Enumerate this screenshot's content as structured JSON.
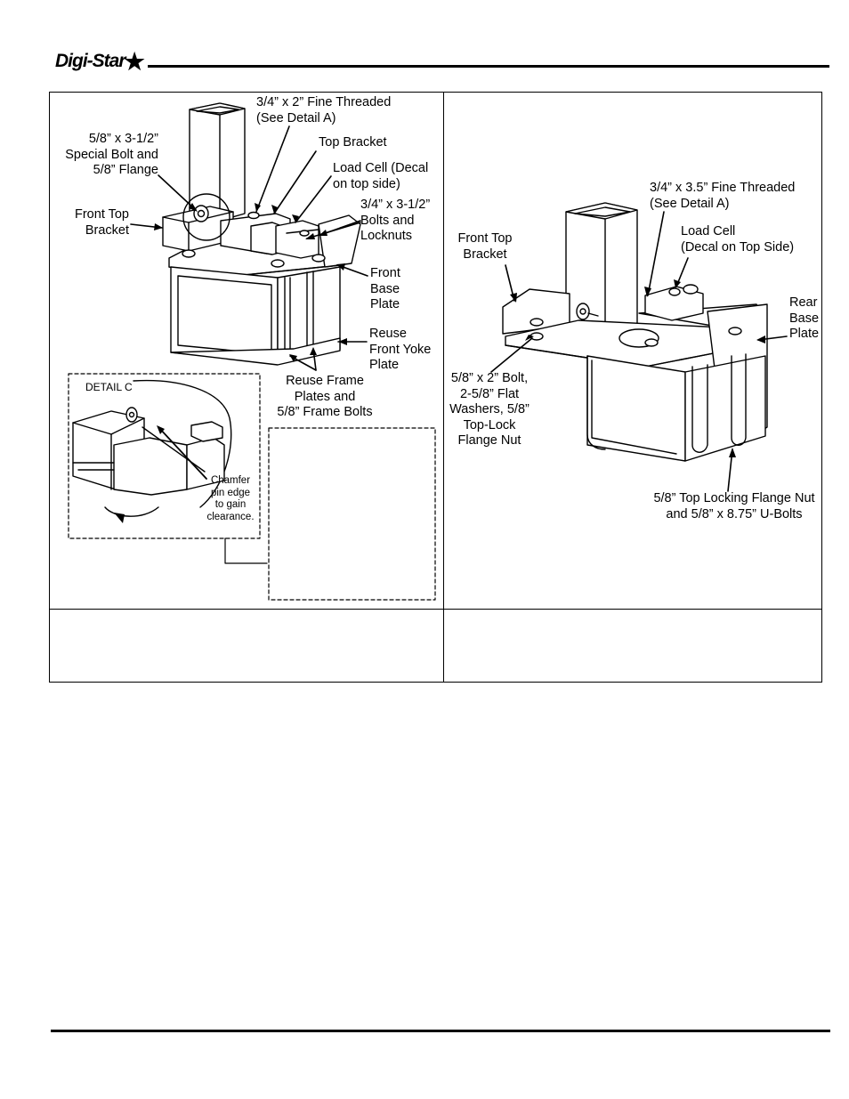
{
  "header": {
    "brand": "Digi-Star",
    "brand_star": "★"
  },
  "left_panel": {
    "labels": {
      "fine_threaded": "3/4” x 2” Fine Threaded\n(See Detail A)",
      "special_bolt": "5/8” x 3-1/2”\nSpecial Bolt and\n5/8” Flange",
      "top_bracket": "Top Bracket",
      "load_cell": "Load Cell (Decal\non top side)",
      "front_top_bracket": "Front Top\nBracket",
      "bolts_locknuts": "3/4” x 3-1/2”\nBolts and\nLocknuts",
      "front_base_plate": "Front\nBase\nPlate",
      "reuse_front_yoke": "Reuse\nFront Yoke\nPlate",
      "reuse_frame": "Reuse Frame\nPlates and\n5/8” Frame Bolts"
    },
    "detail_c": {
      "title": "DETAIL C",
      "note": "Chamfer\npin edge\nto gain\nclearance."
    }
  },
  "right_panel": {
    "labels": {
      "fine_threaded": "3/4” x 3.5” Fine Threaded\n(See Detail A)",
      "load_cell": "Load Cell\n(Decal on Top Side)",
      "front_top_bracket": "Front Top\nBracket",
      "rear_base_plate": "Rear\nBase\nPlate",
      "bolt_washers": "5/8” x 2” Bolt,\n2-5/8” Flat\nWashers, 5/8”\nTop-Lock\nFlange Nut",
      "ubolts": "5/8” Top Locking Flange Nut\nand 5/8” x 8.75” U-Bolts"
    }
  },
  "colors": {
    "ink": "#000000",
    "paper": "#ffffff",
    "shade": "#d9d9d9"
  }
}
